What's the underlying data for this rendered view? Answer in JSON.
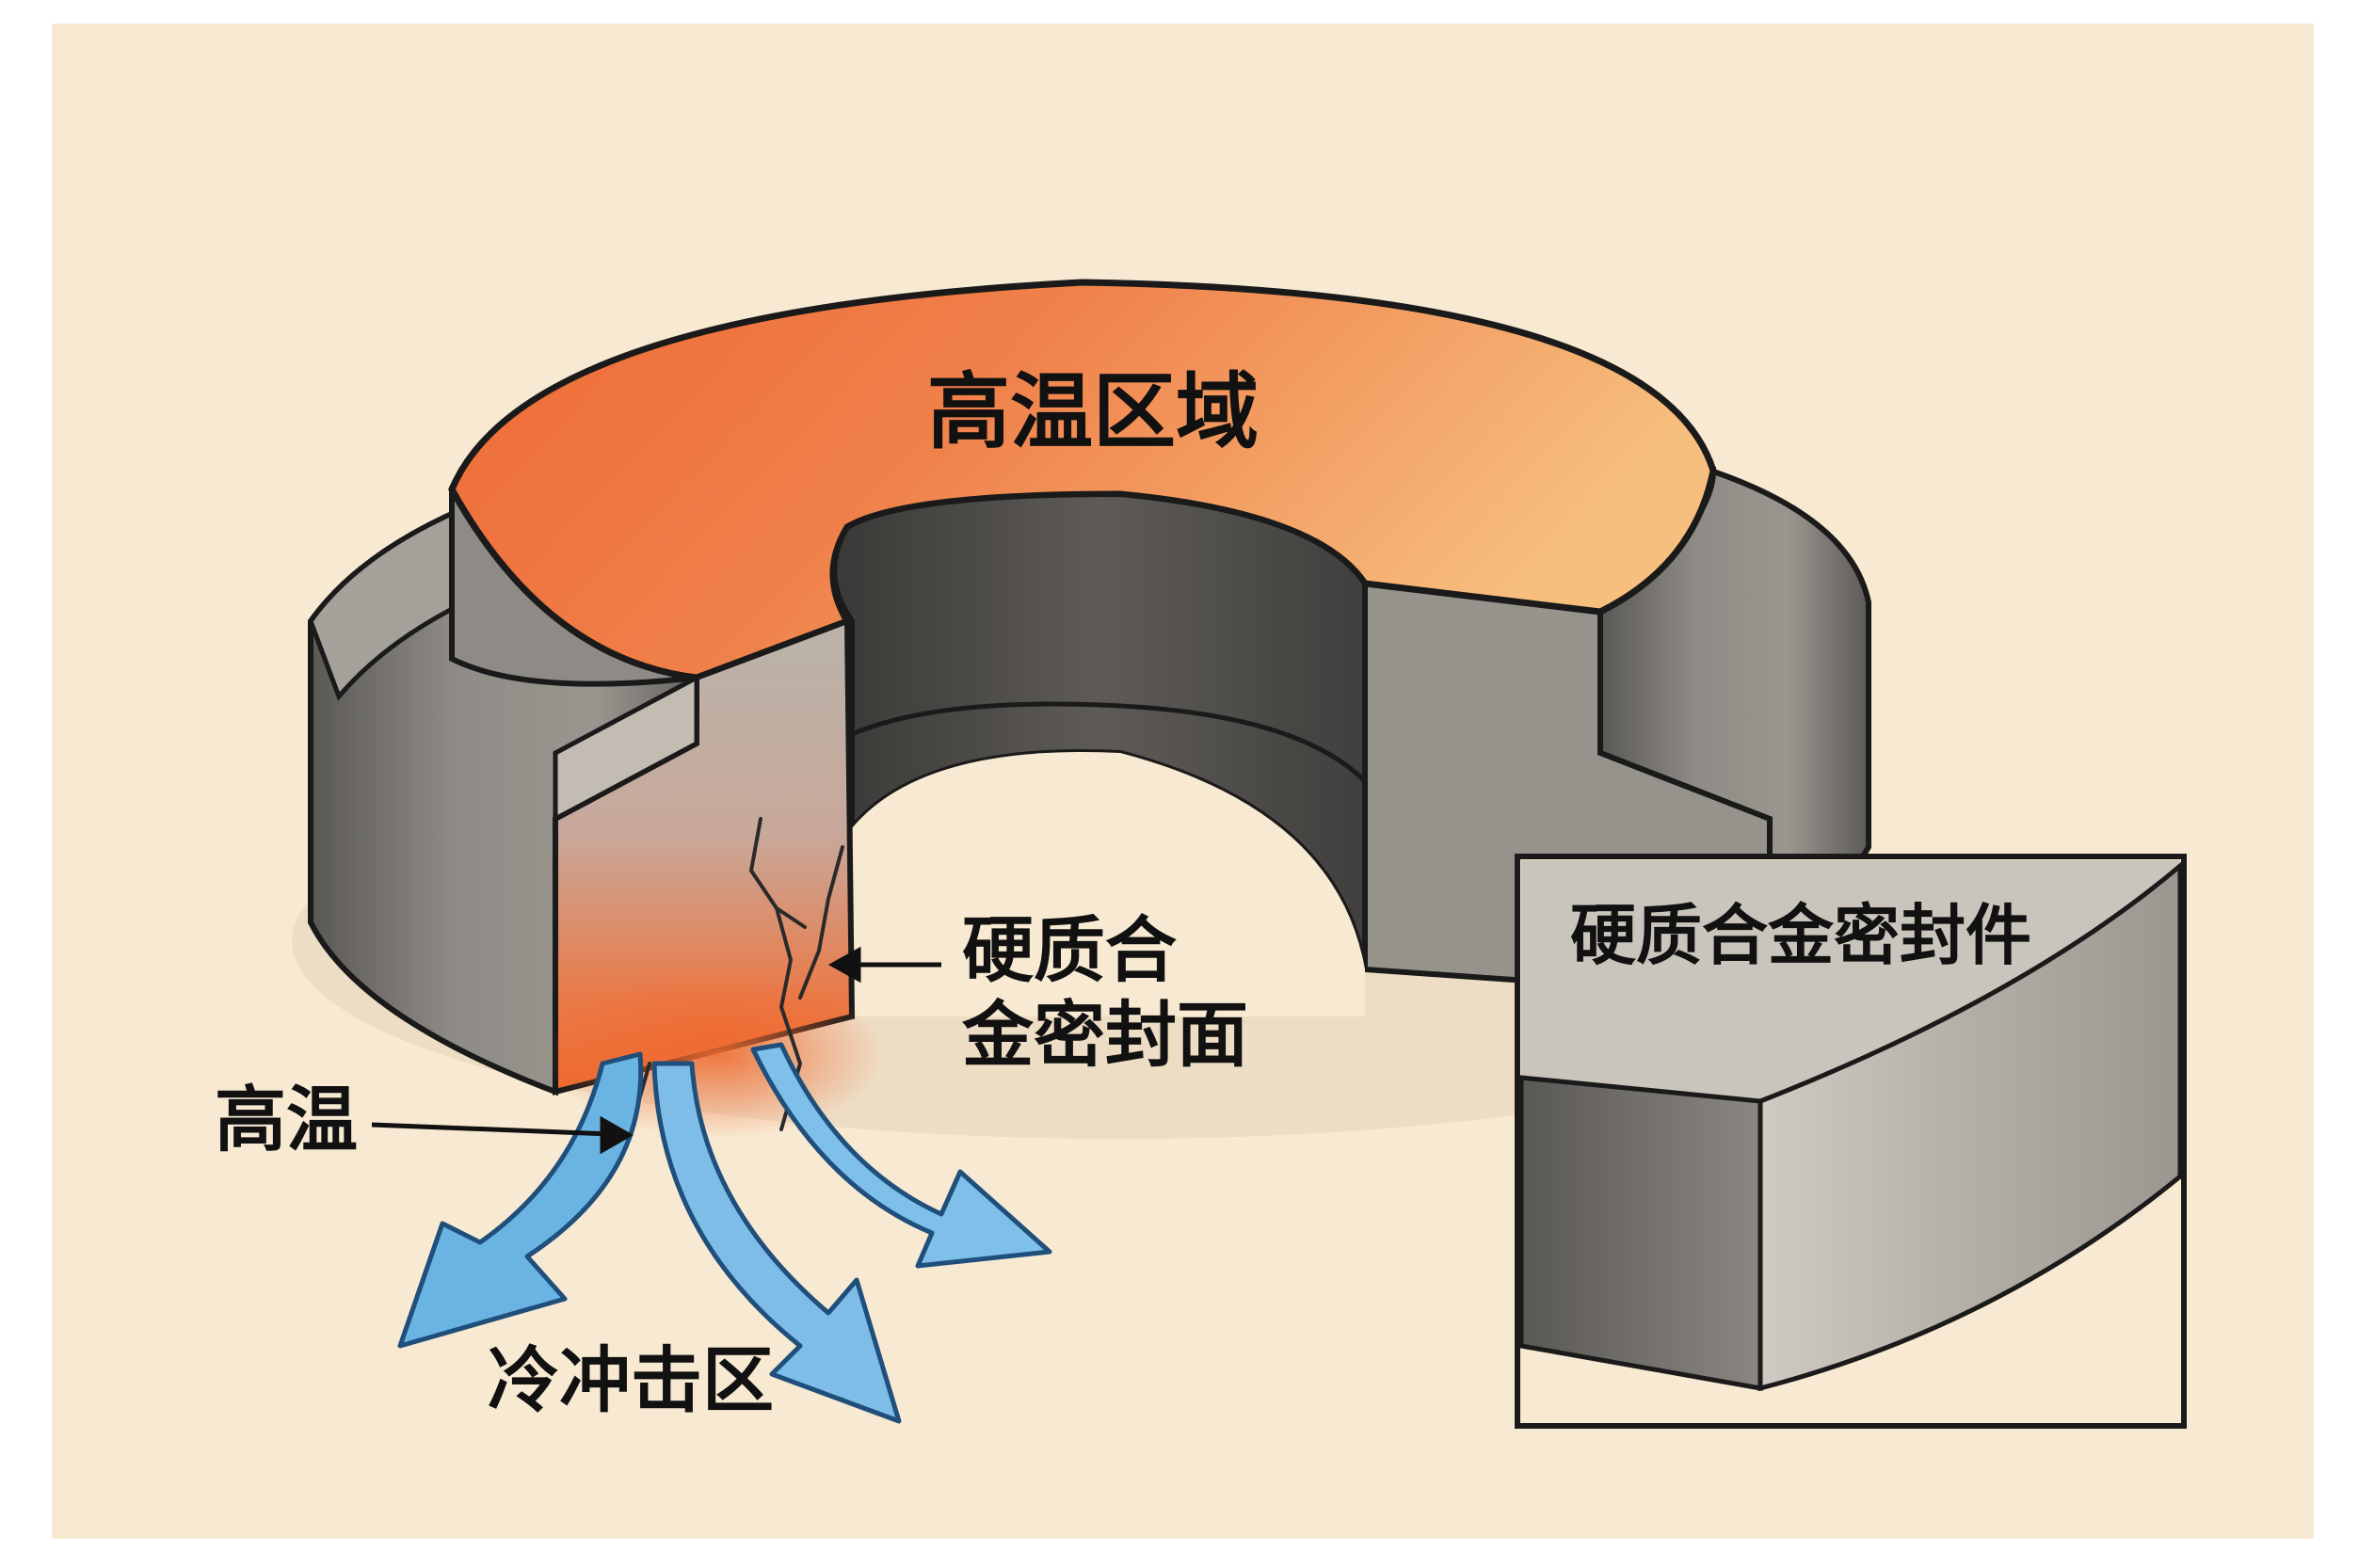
{
  "labels": {
    "hot_zone": "高温区域",
    "seal_face_line1": "硬质合",
    "seal_face_line2": "金密封面",
    "high_temp": "高温",
    "cold_shock_zone": "冷冲击区",
    "inset_title": "硬质合金密封件"
  },
  "colors": {
    "background": "#f8e9d2",
    "hot_face_start": "#ee6a36",
    "hot_face_end": "#f6bf7e",
    "metal_light": "#b8b3ac",
    "metal_mid": "#8a8782",
    "metal_dark": "#4a4947",
    "cold_arrow": "#6ab4e4",
    "outline": "#1a1a1a"
  },
  "icons": [
    "crack-lines",
    "cold-flow-arrow",
    "pointer-arrow"
  ]
}
